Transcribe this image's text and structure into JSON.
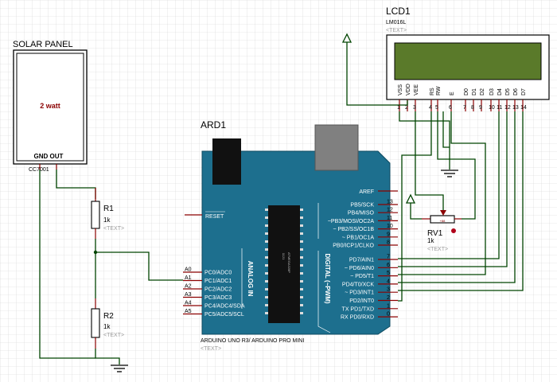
{
  "solar_panel": {
    "title": "SOLAR PANEL",
    "power": "2 watt",
    "pins": "GND OUT",
    "ref": "CC7001"
  },
  "lcd": {
    "title": "LCD1",
    "model": "LM016L",
    "text": "<TEXT>",
    "pin_names": [
      "VSS",
      "VDD",
      "VEE",
      "RS",
      "RW",
      "E",
      "D0",
      "D1",
      "D2",
      "D3",
      "D4",
      "D5",
      "D6",
      "D7"
    ],
    "pin_nums": [
      "1",
      "2",
      "3",
      "4",
      "5",
      "6",
      "7",
      "8",
      "9",
      "10",
      "11",
      "12",
      "13",
      "14"
    ]
  },
  "r1": {
    "name": "R1",
    "value": "1k",
    "text": "<TEXT>"
  },
  "r2": {
    "name": "R2",
    "value": "1k",
    "text": "<TEXT>"
  },
  "rv1": {
    "name": "RV1",
    "value": "1k",
    "text": "<TEXT>",
    "wiper": "+88"
  },
  "arduino": {
    "ref": "ARD1",
    "name": "ARDUINO UNO R3/ ARDUINO PRO MINI",
    "text": "<TEXT>",
    "reset": "RESET",
    "aref": "AREF",
    "analog_title": "ANALOG IN",
    "digital_title": "DIGITAL (~PWM)",
    "chip_label": "ATMEGA328P",
    "chip_sub": "1121",
    "analog_pins": [
      {
        "num": "A0",
        "label": "PC0/ADC0"
      },
      {
        "num": "A1",
        "label": "PC1/ADC1"
      },
      {
        "num": "A2",
        "label": "PC2/ADC2"
      },
      {
        "num": "A3",
        "label": "PC3/ADC3"
      },
      {
        "num": "A4",
        "label": "PC4/ADC4/SDA"
      },
      {
        "num": "A5",
        "label": "PC5/ADC5/SCL"
      }
    ],
    "digital_pins_top": [
      {
        "num": "13",
        "label": "PB5/SCK"
      },
      {
        "num": "12",
        "label": "PB4/MISO"
      },
      {
        "num": "11",
        "label": "~PB3/MOSI/OC2A"
      },
      {
        "num": "10",
        "label": "~ PB2/SS/OC1B"
      },
      {
        "num": "9",
        "label": "~ PB1/OC1A"
      },
      {
        "num": "8",
        "label": "PB0/ICP1/CLKO"
      }
    ],
    "digital_pins_bottom": [
      {
        "num": "7",
        "label": "PD7/AIN1"
      },
      {
        "num": "6",
        "label": "~ PD6/AIN0"
      },
      {
        "num": "5",
        "label": "~ PD5/T1"
      },
      {
        "num": "4",
        "label": "PD4/T0/XCK"
      },
      {
        "num": "3",
        "label": "~ PD3/INT1"
      },
      {
        "num": "2",
        "label": "PD2/INT0"
      },
      {
        "num": "1",
        "label": "TX PD1/TXD"
      },
      {
        "num": "0",
        "label": "RX PD0/RXD"
      }
    ]
  },
  "colors": {
    "grid": "#cfcfcf",
    "board": "#1d6f8e",
    "lcd_screen": "#5a7a2a",
    "wire": "#004400",
    "pin": "#8b0000",
    "panel_text": "#8b0000"
  }
}
